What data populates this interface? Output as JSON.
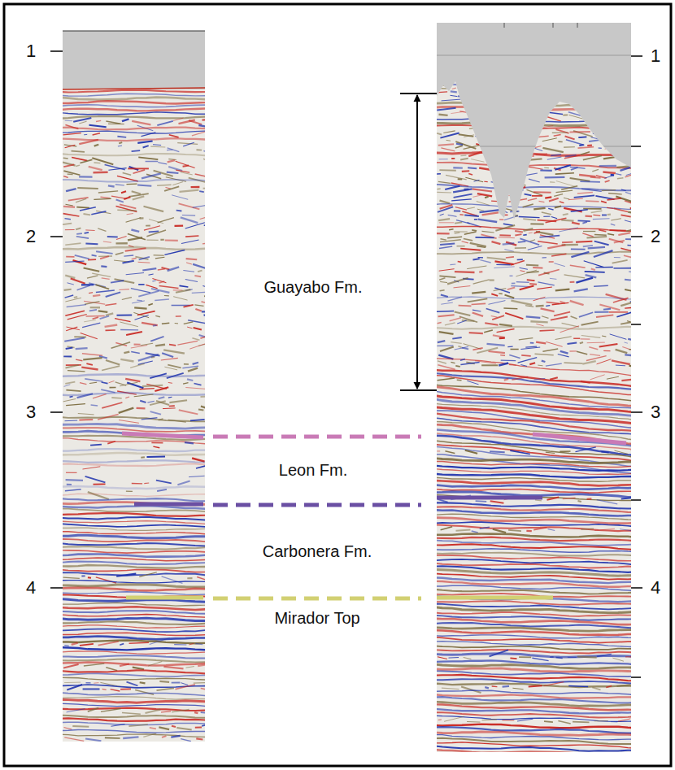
{
  "diagram": {
    "labels": [
      "1",
      "1",
      "2",
      "2",
      "3",
      "3",
      "4",
      "4",
      "Guayabo Fm.",
      "Leon Fm.",
      "Carbonera Fm.",
      "Mirador Top"
    ]
  }
}
